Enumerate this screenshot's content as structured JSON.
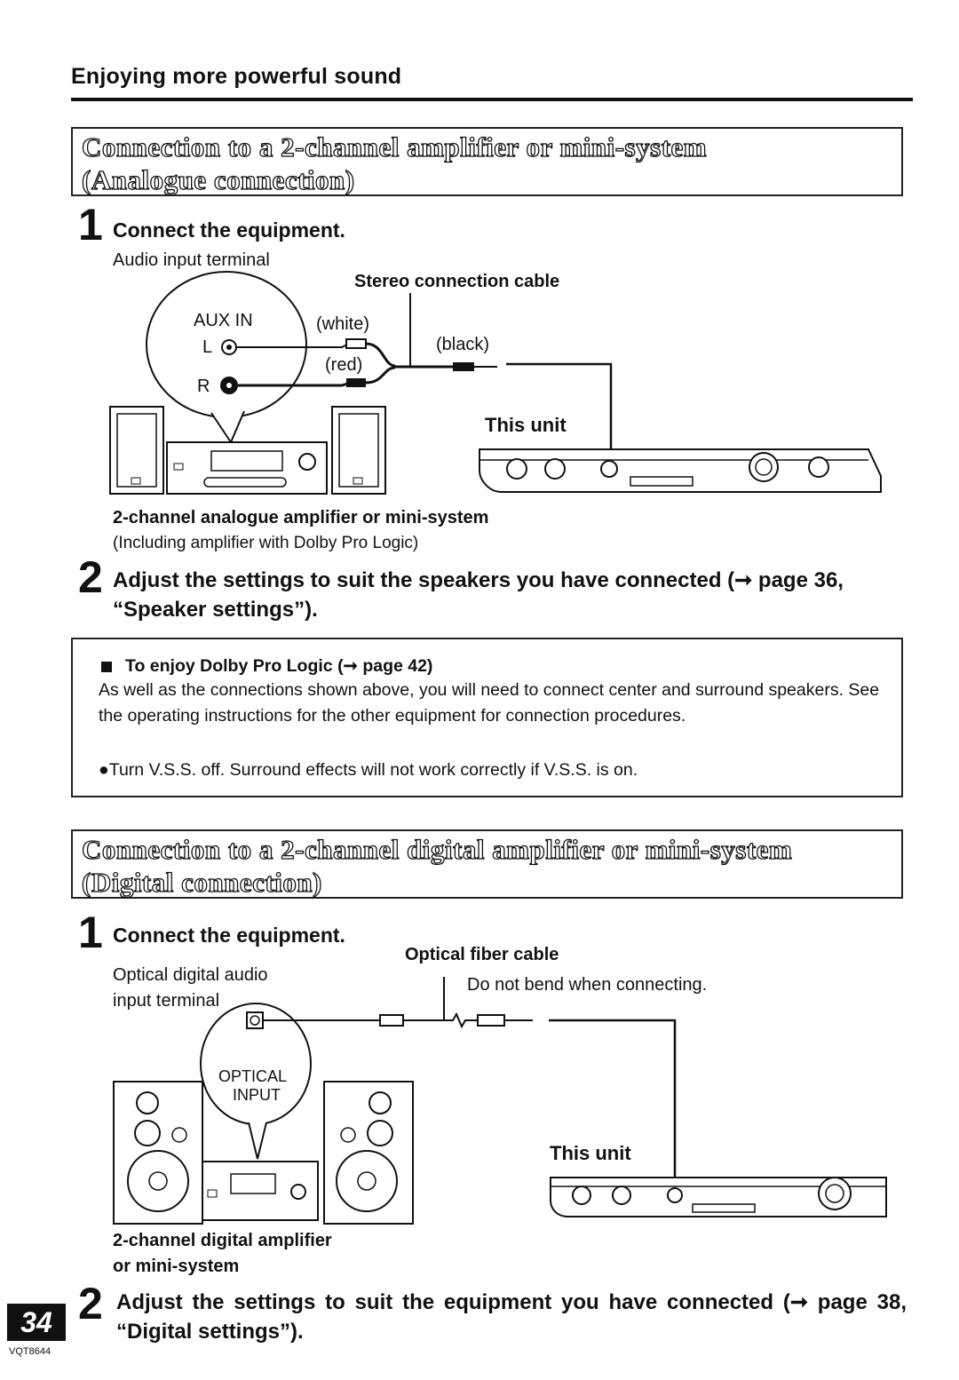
{
  "header": {
    "section_title": "Enjoying more powerful sound"
  },
  "analogue": {
    "heading_line1": "Connection to a 2-channel amplifier or mini-system",
    "heading_line2": "(Analogue connection)",
    "step1": {
      "number": "1",
      "text": "Connect the equipment."
    },
    "diagram": {
      "audio_input_terminal": "Audio input terminal",
      "aux_in": "AUX IN",
      "l": "L",
      "r": "R",
      "cable_label": "Stereo connection cable",
      "white": "(white)",
      "red": "(red)",
      "black": "(black)",
      "this_unit": "This unit"
    },
    "equipment_caption": "2-channel analogue amplifier or mini-system",
    "equipment_sub": "(Including amplifier with Dolby Pro Logic)",
    "step2": {
      "number": "2",
      "text": "Adjust the settings to suit the speakers you have connected (➞ page 36, “Speaker settings”)."
    }
  },
  "note": {
    "title": "To enjoy Dolby Pro Logic (➞ page 42)",
    "paragraph": "As well as the connections shown above, you will need to connect center and surround speakers. See the operating instructions for the other equipment for connection procedures.",
    "bullet": "●Turn V.S.S. off. Surround effects will not work correctly if V.S.S. is on."
  },
  "digital": {
    "heading_line1": "Connection to a 2-channel digital amplifier or mini-system",
    "heading_line2": "(Digital connection)",
    "step1": {
      "number": "1",
      "text": "Connect the equipment."
    },
    "diagram": {
      "terminal_line1": "Optical digital audio",
      "terminal_line2": "input terminal",
      "cable_label": "Optical fiber cable",
      "bend_note": "Do not bend when connecting.",
      "optical": "OPTICAL",
      "input": "INPUT",
      "this_unit": "This unit"
    },
    "equipment_caption_line1": "2-channel digital amplifier",
    "equipment_caption_line2": "or mini-system",
    "step2": {
      "number": "2",
      "text": "Adjust the settings to suit the equipment you have connected (➞ page 38, “Digital settings”)."
    }
  },
  "footer": {
    "page_number": "34",
    "doc_code": "VQT8644"
  }
}
